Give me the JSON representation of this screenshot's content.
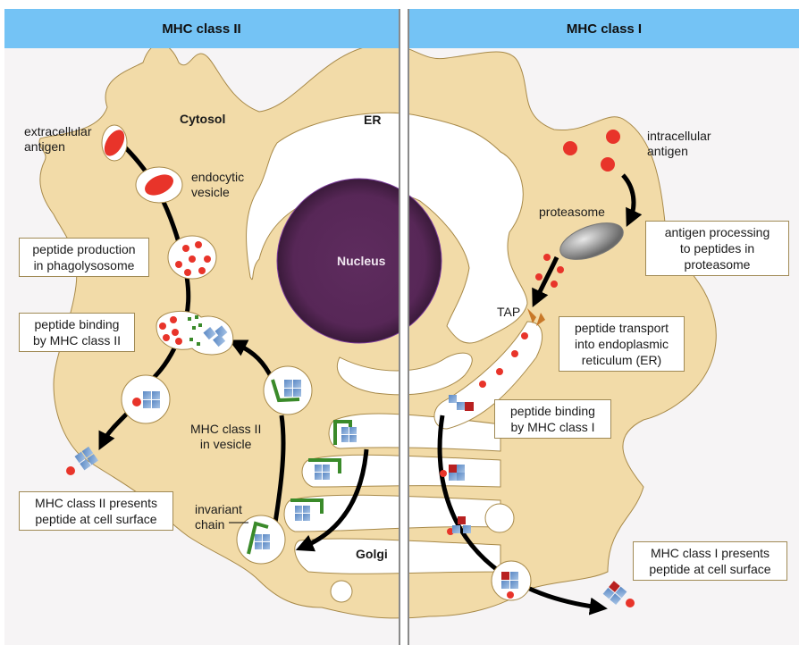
{
  "headers": {
    "left": "MHC class II",
    "right": "MHC class I"
  },
  "colors": {
    "header_bg": "#74c3f5",
    "background": "#f6f4f5",
    "cytosol": "#f2dba8",
    "cell_outline": "#a88a4a",
    "nucleus": "#5a2a5a",
    "antigen_red": "#e8342a",
    "mhc_blue": "#6f98cc",
    "mhc1_red": "#b82020",
    "invariant_green": "#3a8a2a",
    "proteasome_gray": "#9a9a9a",
    "tap_orange": "#c87828"
  },
  "compartments": {
    "cytosol": "Cytosol",
    "er": "ER",
    "nucleus": "Nucleus",
    "golgi": "Golgi"
  },
  "left_labels": {
    "extracellular_antigen": [
      "extracellular",
      "antigen"
    ],
    "endocytic_vesicle": [
      "endocytic",
      "vesicle"
    ],
    "mhc2_in_vesicle": [
      "MHC class II",
      "in vesicle"
    ],
    "invariant_chain": [
      "invariant",
      "chain"
    ]
  },
  "left_boxes": {
    "peptide_production": [
      "peptide production",
      "in phagolysosome"
    ],
    "peptide_binding": [
      "peptide binding",
      "by MHC class II"
    ],
    "presents": [
      "MHC class II presents",
      "peptide at cell surface"
    ]
  },
  "right_labels": {
    "intracellular_antigen": [
      "intracellular",
      "antigen"
    ],
    "proteasome": "proteasome",
    "tap": "TAP"
  },
  "right_boxes": {
    "antigen_processing": [
      "antigen processing",
      "to peptides in",
      "proteasome"
    ],
    "peptide_transport": [
      "peptide transport",
      "into endoplasmic",
      "reticulum (ER)"
    ],
    "peptide_binding": [
      "peptide binding",
      "by MHC class I"
    ],
    "presents": [
      "MHC class I presents",
      "peptide at cell surface"
    ]
  }
}
